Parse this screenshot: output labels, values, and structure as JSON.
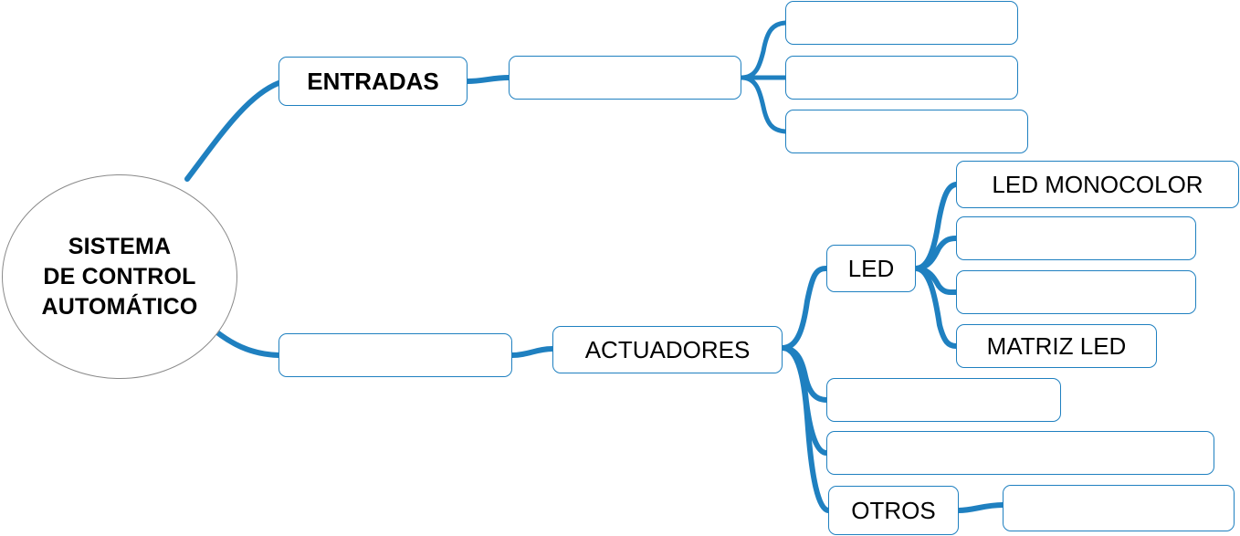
{
  "diagram": {
    "type": "mind-map",
    "title_node": "SISTEMA DE CONTROL AUTOMÁTICO",
    "colors": {
      "connector": "#1F80C0",
      "node_border": "#1F80C0",
      "root_border": "#8a8a8a",
      "text": "#000000",
      "background": "#ffffff"
    }
  },
  "root": {
    "lines": [
      "SISTEMA",
      "DE CONTROL",
      "AUTOMÁTICO"
    ],
    "text": "SISTEMA DE CONTROL AUTOMÁTICO"
  },
  "branches": [
    {
      "id": "entradas",
      "label": "ENTRADAS",
      "children": [
        {
          "id": "entradas-group",
          "label": "",
          "children": [
            {
              "id": "entradas-1",
              "label": ""
            },
            {
              "id": "entradas-2",
              "label": ""
            },
            {
              "id": "entradas-3",
              "label": ""
            }
          ]
        }
      ]
    },
    {
      "id": "actuadores-link",
      "label": "",
      "children": [
        {
          "id": "actuadores",
          "label": "ACTUADORES",
          "children": [
            {
              "id": "led",
              "label": "LED",
              "children": [
                {
                  "id": "led-monocolor",
                  "label": "LED MONOCOLOR"
                },
                {
                  "id": "led-2",
                  "label": ""
                },
                {
                  "id": "led-3",
                  "label": ""
                },
                {
                  "id": "matriz-led",
                  "label": "MATRIZ LED"
                }
              ]
            },
            {
              "id": "actuadores-2",
              "label": ""
            },
            {
              "id": "actuadores-3",
              "label": ""
            },
            {
              "id": "otros",
              "label": "OTROS",
              "children": [
                {
                  "id": "otros-1",
                  "label": ""
                }
              ]
            }
          ]
        }
      ]
    }
  ],
  "nodes": {
    "entradas": {
      "label": "ENTRADAS"
    },
    "entradas_group": {
      "label": ""
    },
    "entradas_1": {
      "label": ""
    },
    "entradas_2": {
      "label": ""
    },
    "entradas_3": {
      "label": ""
    },
    "actuadores_link": {
      "label": ""
    },
    "actuadores": {
      "label": "ACTUADORES"
    },
    "led": {
      "label": "LED"
    },
    "led_monocolor": {
      "label": "LED MONOCOLOR"
    },
    "led_2": {
      "label": ""
    },
    "led_3": {
      "label": ""
    },
    "matriz_led": {
      "label": "MATRIZ LED"
    },
    "actuadores_2": {
      "label": ""
    },
    "actuadores_3": {
      "label": ""
    },
    "otros": {
      "label": "OTROS"
    },
    "otros_1": {
      "label": ""
    }
  }
}
